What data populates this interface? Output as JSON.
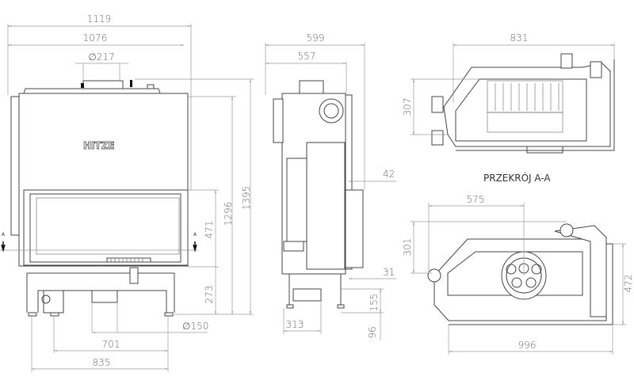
{
  "front_view": {
    "logo": "HITZE",
    "dims": {
      "overall_width": "1119",
      "body_width": "1076",
      "flue_diameter": "∅217",
      "body_height": "1296",
      "overall_height": "1395",
      "glass_height": "471",
      "base_height": "273",
      "air_inlet_diameter": "∅150",
      "inner_leg_spacing": "701",
      "outer_leg_spacing": "835"
    },
    "section_marker": "A"
  },
  "side_view": {
    "dims": {
      "overall_depth": "599",
      "body_depth": "557",
      "frame_offset": "42",
      "bottom_offset": "31",
      "inlet_height": "155",
      "inlet_center": "96",
      "inlet_depth": "313"
    }
  },
  "section_view": {
    "title": "PRZEKRÓJ A-A",
    "dims": {
      "width": "831",
      "depth": "307"
    }
  },
  "top_view": {
    "dims": {
      "flue_offset": "575",
      "flue_depth": "301",
      "depth": "472",
      "width": "996"
    }
  }
}
